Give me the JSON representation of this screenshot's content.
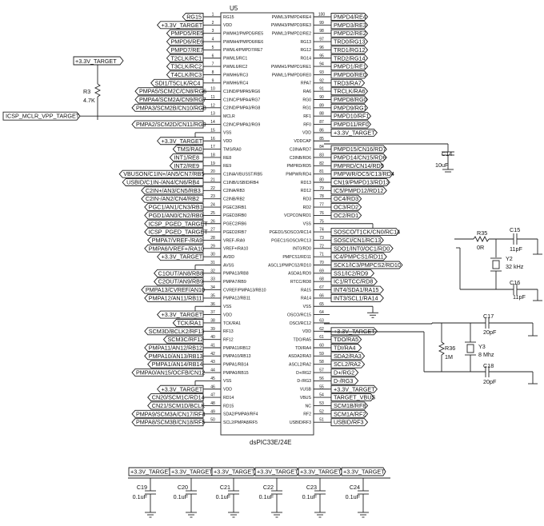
{
  "chip": {
    "ref": "U5",
    "part": "dsPIC33E/24E",
    "left_pins": [
      {
        "num": "1",
        "name": "RG15",
        "net": "RG15"
      },
      {
        "num": "2",
        "name": "VDD",
        "net": "+3.3V_TARGET"
      },
      {
        "num": "3",
        "name": "PWMH2/PMPD5/RE5",
        "net": "PMPD5/RE5"
      },
      {
        "num": "4",
        "name": "PWMH4/PMPD6/RE6",
        "net": "PMPD6/RE6"
      },
      {
        "num": "5",
        "name": "PWML4/PMPD7/RE7",
        "net": "PMPD7/RE7"
      },
      {
        "num": "6",
        "name": "PWML5/RC1",
        "net": "T2CLK/RC1"
      },
      {
        "num": "7",
        "name": "PWML6/RC2",
        "net": "T3CLK/RC2"
      },
      {
        "num": "8",
        "name": "PWMH6/RC3",
        "net": "T4CLK/RC3"
      },
      {
        "num": "9",
        "name": "PWMH6/RC4",
        "net": "SDI1/T5CLK/RC4"
      },
      {
        "num": "10",
        "name": "C1IND/PMPA5/RG6",
        "net": "PMPA5/SCM2C/CN8/RG6"
      },
      {
        "num": "11",
        "name": "C1INC/PMPA4/RG7",
        "net": "PMPA4/SCM2A/CN9/RG7"
      },
      {
        "num": "12",
        "name": "C2IND/PMPA3/RG8",
        "net": "PMPA3/SCM2B/CN10/RG8"
      },
      {
        "num": "13",
        "name": "MCLR",
        "net": "ICSP_MCLR_VPP_TARGET"
      },
      {
        "num": "14",
        "name": "C2INC/PMPA2/RG9",
        "net": "PMPA2/SCM2D/CN11/RG9"
      },
      {
        "num": "15",
        "name": "VSS",
        "net": ""
      },
      {
        "num": "16",
        "name": "VDD",
        "net": "+3.3V_TARGET"
      },
      {
        "num": "17",
        "name": "TMS/RA0",
        "net": "TMS/RA0"
      },
      {
        "num": "18",
        "name": "RE8",
        "net": "INT1/RE8"
      },
      {
        "num": "19",
        "name": "RE9",
        "net": "INT2/RE9"
      },
      {
        "num": "20",
        "name": "C1INA/VBUSST/RB5",
        "net": "VBUSON/C1IN+/AN5/CN7/RB5"
      },
      {
        "num": "21",
        "name": "C1INB/USBID/RB4",
        "net": "USBID/C1IN-/AN4/CN6/RB4"
      },
      {
        "num": "22",
        "name": "C2INA/RB3",
        "net": "C2IN+/AN3/CN5/RB3"
      },
      {
        "num": "23",
        "name": "C2INB/RB2",
        "net": "C2IN-/AN2/CN4/RB2"
      },
      {
        "num": "24",
        "name": "PGEC3/RB1",
        "net": "PGC1/AN1/CN3/RB1"
      },
      {
        "num": "25",
        "name": "PGED3/RB0",
        "net": "PGD1/AN0/CN2/RB0"
      },
      {
        "num": "26",
        "name": "PGEC2/RB6",
        "net": "ICSP_PGED_TARGET"
      },
      {
        "num": "27",
        "name": "PGED2/RB7",
        "net": "ICSP_PGED_TARGET"
      },
      {
        "num": "28",
        "name": "VREF-/RA9",
        "net": "PMPA7/VREF-/RA9"
      },
      {
        "num": "29",
        "name": "VREF+/RA10",
        "net": "PMPA6/VREF+/RA10"
      },
      {
        "num": "30",
        "name": "AVDD",
        "net": "+3.3V_TARGET"
      },
      {
        "num": "31",
        "name": "AVSS",
        "net": ""
      },
      {
        "num": "32",
        "name": "PMPA13/RB8",
        "net": "C1OUT/AN8/RB8"
      },
      {
        "num": "33",
        "name": "PMPA7/RB9",
        "net": "C2OUT/AN9/RB9"
      },
      {
        "num": "34",
        "name": "CVREF/PMPA13/RB10",
        "net": "PMPA13/CVREF/AN10"
      },
      {
        "num": "35",
        "name": "PMPA12/RB11",
        "net": "PMPA12/AN11/RB11"
      },
      {
        "num": "36",
        "name": "VSS",
        "net": ""
      },
      {
        "num": "37",
        "name": "VDD",
        "net": "+3.3V_TARGET"
      },
      {
        "num": "38",
        "name": "TCK/RA1",
        "net": "TCK/RA1"
      },
      {
        "num": "39",
        "name": "RF13",
        "net": "SCM3D/BCLK2/RF13"
      },
      {
        "num": "40",
        "name": "RF12",
        "net": "SCM3C/RF12"
      },
      {
        "num": "41",
        "name": "PMPA11/RB12",
        "net": "PMPA11/AN12/RB12"
      },
      {
        "num": "42",
        "name": "PMPA10/RB13",
        "net": "PMPA10/AN13/RB13"
      },
      {
        "num": "43",
        "name": "PMPA1/RB14",
        "net": "PMPA1/AN14/RB14"
      },
      {
        "num": "44",
        "name": "PMPA0/RB15",
        "net": "PMPA0/AN15/OCFB/CN12"
      },
      {
        "num": "45",
        "name": "VSS",
        "net": ""
      },
      {
        "num": "46",
        "name": "VDD",
        "net": "+3.3V_TARGET"
      },
      {
        "num": "47",
        "name": "RD14",
        "net": "CN20/SCM1C/RD14"
      },
      {
        "num": "48",
        "name": "RD15",
        "net": "CN21/SCM1D/BCLK"
      },
      {
        "num": "49",
        "name": "SDA2/PMPA9/RF4",
        "net": "PMPA9/SCM3A/CN17/RF4"
      },
      {
        "num": "50",
        "name": "SCL2/PMPA8/RF5",
        "net": "PMPA8/SCM3B/CN18/RF5"
      }
    ],
    "right_pins": [
      {
        "num": "100",
        "name": "PWML3/PMPD4/RE4",
        "net": "PMPD4/RE4"
      },
      {
        "num": "99",
        "name": "PWMH3/PMPD3/RE3",
        "net": "PMPD3/RE3"
      },
      {
        "num": "98",
        "name": "PWML2/PMPD2/RE2",
        "net": "PMPD2/RE2"
      },
      {
        "num": "97",
        "name": "RG13",
        "net": "TRD0/RG13"
      },
      {
        "num": "96",
        "name": "RG12",
        "net": "TRD1/RG12"
      },
      {
        "num": "95",
        "name": "RG14",
        "net": "TRD2/RG14"
      },
      {
        "num": "94",
        "name": "PWMH1/PMPD1/RE1",
        "net": "PMPD1/RE1"
      },
      {
        "num": "93",
        "name": "PWML1/PMPD0/RE0",
        "net": "PMPD0/RE0"
      },
      {
        "num": "92",
        "name": "RPA7",
        "net": "TRD3/RA7"
      },
      {
        "num": "91",
        "name": "RA6",
        "net": "TRCLK/RA6"
      },
      {
        "num": "90",
        "name": "RG0",
        "net": "PMPD8/RG0"
      },
      {
        "num": "89",
        "name": "RG1",
        "net": "PMPD9/RG1"
      },
      {
        "num": "88",
        "name": "RF1",
        "net": "PMPD10/RF1"
      },
      {
        "num": "87",
        "name": "RF0",
        "net": "PMPD11/RF0"
      },
      {
        "num": "86",
        "name": "VDD",
        "net": "+3.3V_TARGET"
      },
      {
        "num": "85",
        "name": "VDDCAP",
        "net": ""
      },
      {
        "num": "84",
        "name": "C3INA/RD7",
        "net": "PMPD15/CN16/RD7"
      },
      {
        "num": "83",
        "name": "C3INB/RD6",
        "net": "PMPD14/CN15/RD6"
      },
      {
        "num": "82",
        "name": "PMPRD/RD5",
        "net": "PMPRD/CN14/RD5"
      },
      {
        "num": "81",
        "name": "PMPWR/RD4",
        "net": "PMPWR/OC5/C13/RD4"
      },
      {
        "num": "80",
        "name": "RD13",
        "net": "CN19/PMPD13/RD13"
      },
      {
        "num": "79",
        "name": "RD12",
        "net": "IC5/PMPD12/RD12"
      },
      {
        "num": "78",
        "name": "RD3",
        "net": "OC4/RD3"
      },
      {
        "num": "77",
        "name": "RD2",
        "net": "OC3/RD2"
      },
      {
        "num": "76",
        "name": "VCPCON/RD1",
        "net": "OC2/RD1"
      },
      {
        "num": "75",
        "name": "VSS",
        "net": ""
      },
      {
        "num": "74",
        "name": "PGED1/SOSCO/RC14",
        "net": "SOSCO/T1CK/CN0/RC14"
      },
      {
        "num": "73",
        "name": "PGEC1/SOSCI/RC13",
        "net": "SOSCI/CN1/RC13"
      },
      {
        "num": "72",
        "name": "INT0/RD0",
        "net": "SDO1/INT0/OC1/RD0"
      },
      {
        "num": "71",
        "name": "PMPCS1/RD11",
        "net": "IC4/PMPCS1/RD11"
      },
      {
        "num": "70",
        "name": "ASCL1/PMPCS2/RD10",
        "net": "SCK1/IC3/PMPCS2/RD10"
      },
      {
        "num": "69",
        "name": "ASDA1/RD9",
        "net": "SS1/IC2/RD9"
      },
      {
        "num": "68",
        "name": "RTCC/RD8",
        "net": "IC1/RTCC/RD8"
      },
      {
        "num": "67",
        "name": "RA15",
        "net": "INT4/SDA1/RA15"
      },
      {
        "num": "66",
        "name": "RA14",
        "net": "INT3/SCL1/RA14"
      },
      {
        "num": "65",
        "name": "VSS",
        "net": ""
      },
      {
        "num": "64",
        "name": "OSCO/RC15",
        "net": ""
      },
      {
        "num": "63",
        "name": "OSCI/RC12",
        "net": ""
      },
      {
        "num": "62",
        "name": "VDD",
        "net": "+3.3V_TARGET"
      },
      {
        "num": "61",
        "name": "TDO/RA5",
        "net": "TDO/RA5"
      },
      {
        "num": "60",
        "name": "TDI/RA4",
        "net": "TDI/RA4"
      },
      {
        "num": "59",
        "name": "ASDA2/RA3",
        "net": "SDA2/RA3"
      },
      {
        "num": "58",
        "name": "ASCL2/RA2",
        "net": "SCL2/RA2"
      },
      {
        "num": "57",
        "name": "D+/RG2",
        "net": "D+/RG2"
      },
      {
        "num": "56",
        "name": "D-/RG3",
        "net": "D-/RG3"
      },
      {
        "num": "55",
        "name": "VUSB",
        "net": "+3.3V_TARGET"
      },
      {
        "num": "54",
        "name": "VBUS",
        "net": "TARGET_VBUS"
      },
      {
        "num": "53",
        "name": "NC",
        "net": "SCM1B/RF8"
      },
      {
        "num": "52",
        "name": "RF2",
        "net": "SCM1A/RF2"
      },
      {
        "num": "51",
        "name": "USBID/RF3",
        "net": "USBID/RF3"
      }
    ]
  },
  "components": {
    "r3": {
      "ref": "R3",
      "value": "4.7K"
    },
    "r3_supply": "+3.3V_TARGET",
    "c14": {
      "ref": "C14",
      "value": "10uF"
    },
    "r35": {
      "ref": "R35",
      "value": "0R"
    },
    "c15": {
      "ref": "C15",
      "value": "11pF"
    },
    "c16": {
      "ref": "C16",
      "value": "11pF"
    },
    "y2": {
      "ref": "Y2",
      "value": "32 kHz"
    },
    "c17": {
      "ref": "C17",
      "value": "20pF"
    },
    "c18": {
      "ref": "C18",
      "value": "20pF"
    },
    "r36": {
      "ref": "R36",
      "value": "1M"
    },
    "y3": {
      "ref": "Y3",
      "value": "8 Mhz"
    }
  },
  "decoupling": {
    "supply": "+3.3V_TARGET",
    "caps": [
      {
        "ref": "C19",
        "value": "0.1uF"
      },
      {
        "ref": "C20",
        "value": "0.1uF"
      },
      {
        "ref": "C21",
        "value": "0.1uF"
      },
      {
        "ref": "C22",
        "value": "0.1uF"
      },
      {
        "ref": "C23",
        "value": "0.1uF"
      },
      {
        "ref": "C24",
        "value": "0.1uF"
      }
    ]
  }
}
